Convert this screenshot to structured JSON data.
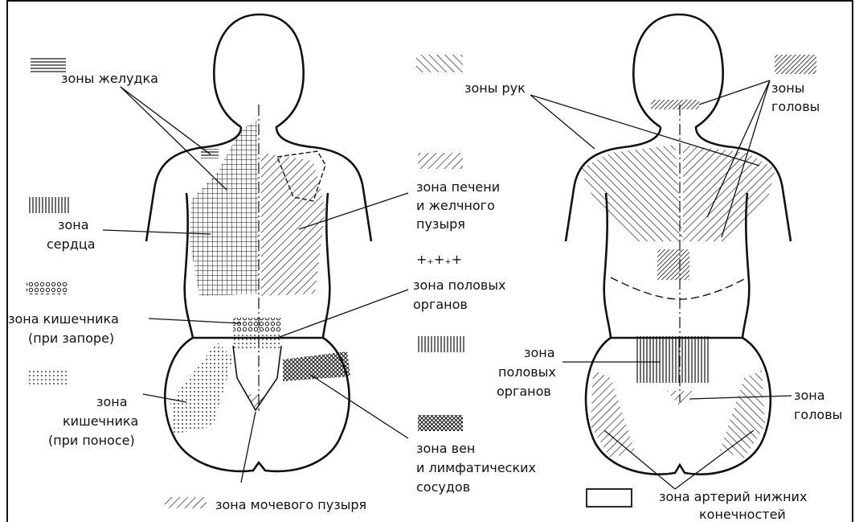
{
  "labels": {
    "stomach": "зоны желудка",
    "heart_1": "зона",
    "heart_2": "сердца",
    "intestine_constip_1": "зона кишечника",
    "intestine_constip_2": "(при запоре)",
    "intestine_diarrhea_1": "зона",
    "intestine_diarrhea_2": "кишечника",
    "intestine_diarrhea_3": "(при поносе)",
    "bladder": "зона мочевого пузыря",
    "arms": "зоны рук",
    "liver_1": "зона печени",
    "liver_2": "и желчного",
    "liver_3": "пузыря",
    "genital_1": "зона половых",
    "genital_2": "органов",
    "veins_1": "зона вен",
    "veins_2": "и лимфатических",
    "veins_3": "сосудов",
    "head_1": "зоны",
    "head_2": "головы",
    "genital_right_1": "зона",
    "genital_right_2": "половых",
    "genital_right_3": "органов",
    "head_lower_1": "зона",
    "head_lower_2": "головы",
    "arteries_1": "зона артерий нижних",
    "arteries_2": "конечностей"
  },
  "legend_symbols": {
    "plus_row": "+₊+₊+"
  },
  "colors": {
    "ink": "#111111",
    "background": "#ffffff"
  }
}
